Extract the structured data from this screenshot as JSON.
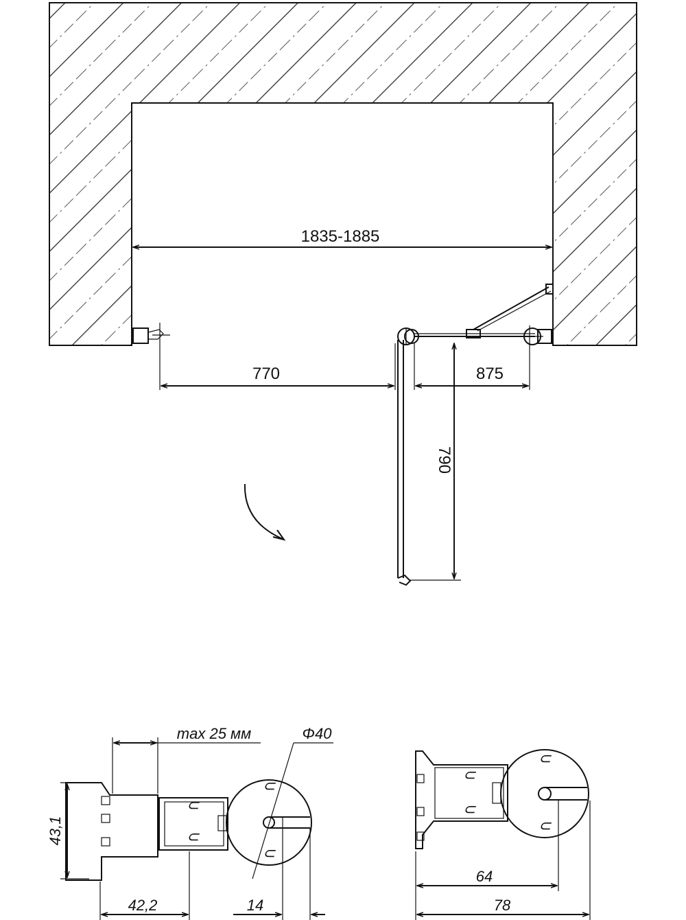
{
  "top_view": {
    "overall_width": "1835-1885",
    "fixed_panel": "875",
    "door_width": "770",
    "door_depth": "790"
  },
  "detail_left": {
    "max_gap": "max 25 мм",
    "diameter": "Φ40",
    "height": "43,1",
    "width": "42,2",
    "offset": "14"
  },
  "detail_right": {
    "dim_a": "64",
    "dim_b": "78"
  }
}
